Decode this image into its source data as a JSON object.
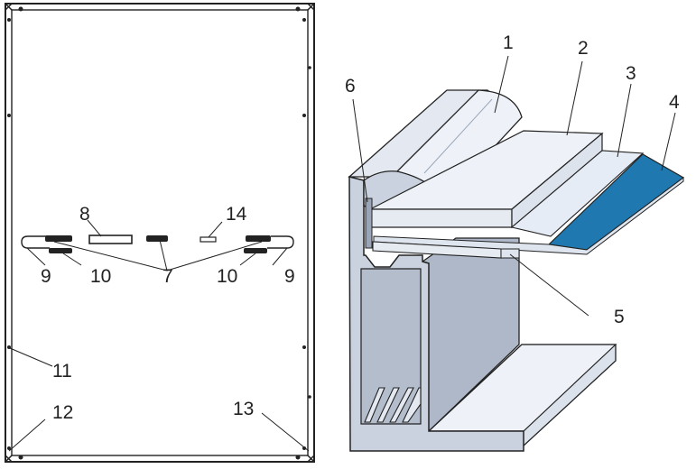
{
  "labels": {
    "l1": "1",
    "l2": "2",
    "l3": "3",
    "l4": "4",
    "l5": "5",
    "l6": "6",
    "l7": "7",
    "l8": "8",
    "l9": "9",
    "l10": "10",
    "l11": "11",
    "l12": "12",
    "l13": "13",
    "l14": "14"
  },
  "colors": {
    "line": "#222222",
    "aluminum": "#c9d2de",
    "aluminum_dark": "#9aa6b8",
    "aluminum_light": "#e4e9f1",
    "glass": "#eef2f8",
    "cell": "#1f79b0"
  }
}
